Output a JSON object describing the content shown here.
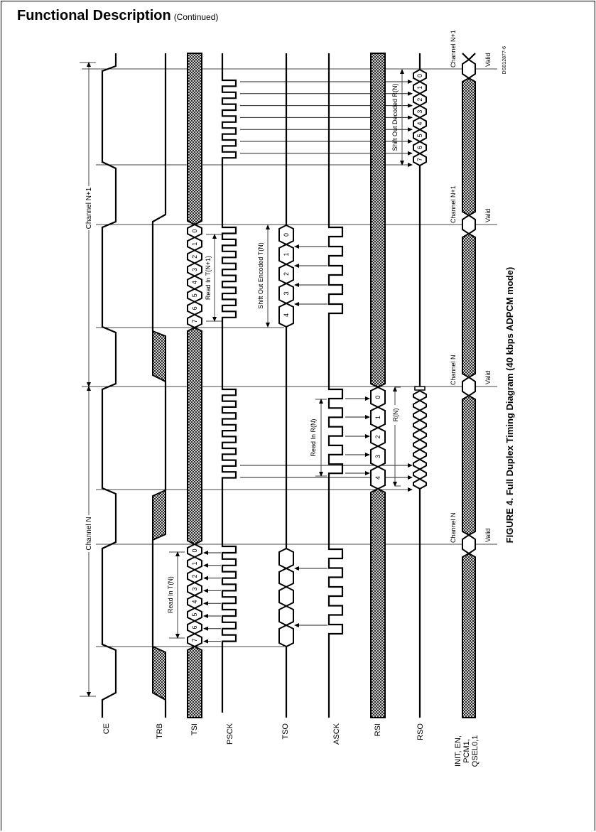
{
  "header": {
    "title": "Functional Description",
    "subtitle": "(Continued)"
  },
  "figure": {
    "caption": "FIGURE 4. Full Duplex Timing Diagram (40 kbps ADPCM mode)",
    "id": "DS012877-6"
  },
  "signals": {
    "ce": "CE",
    "trb": "TRB",
    "tsi": "TSI",
    "psck": "PSCK",
    "tso": "TSO",
    "asck": "ASCK",
    "rsi": "RSI",
    "rso": "RSO"
  },
  "control_signal": {
    "line1": "INIT, EN,",
    "line2": "PCM1,",
    "line3": "QSEL0,1"
  },
  "channels": {
    "n": "Channel N",
    "n1": "Channel N+1"
  },
  "valid_markers": [
    {
      "channel": "Channel N+1",
      "label": "Valid"
    },
    {
      "channel": "Channel N+1",
      "label": "Valid"
    },
    {
      "channel": "Channel N",
      "label": "Valid"
    },
    {
      "channel": "Channel N",
      "label": "Valid"
    }
  ],
  "annotations": {
    "read_in_tn": "Read In T(N)",
    "read_in_tn1": "Read In T(N+1)",
    "shift_out_encoded": "Shift Out Encoded T(N)",
    "read_in_rn": "Read In R(N)",
    "rn": "R(N)",
    "shift_out_decoded": "Shift Out Decoded R(N)"
  },
  "bits": {
    "tsi": [
      "0",
      "1",
      "2",
      "3",
      "4",
      "5",
      "6",
      "7"
    ],
    "tso": [
      "0",
      "1",
      "2",
      "3",
      "4"
    ],
    "rsi": [
      "0",
      "1",
      "2",
      "3",
      "4"
    ],
    "rso": [
      "0",
      "1",
      "2",
      "3",
      "4",
      "5",
      "6",
      "7"
    ]
  }
}
